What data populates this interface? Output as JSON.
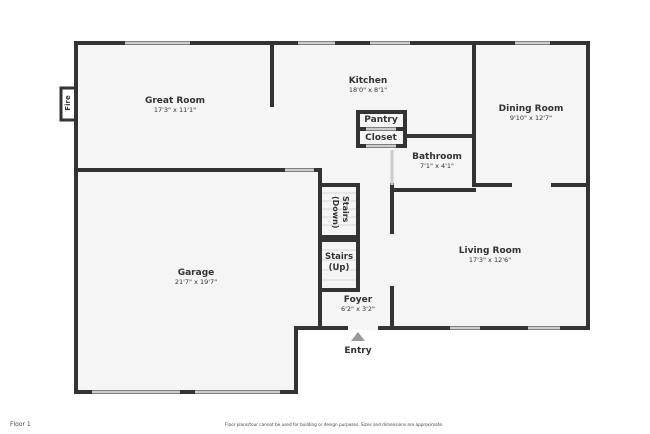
{
  "floor_label": "Floor 1",
  "disclaimer": "Floor plans/tour cannot be used for building or design purposes. Sizes and dimensions are approximate.",
  "rooms": {
    "great_room": {
      "name": "Great Room",
      "dim": "17'3\" x 11'1\""
    },
    "kitchen": {
      "name": "Kitchen",
      "dim": "18'0\" x 8'1\""
    },
    "dining_room": {
      "name": "Dining Room",
      "dim": "9'10\" x 12'7\""
    },
    "pantry": {
      "name": "Pantry"
    },
    "closet": {
      "name": "Closet"
    },
    "bathroom": {
      "name": "Bathroom",
      "dim": "7'1\" x 4'1\""
    },
    "stairs_down": {
      "name": "Stairs (Down)"
    },
    "stairs_up": {
      "name": "Stairs (Up)"
    },
    "garage": {
      "name": "Garage",
      "dim": "21'7\" x 19'7\""
    },
    "living_room": {
      "name": "Living Room",
      "dim": "17'3\" x 12'6\""
    },
    "foyer": {
      "name": "Foyer",
      "dim": "6'2\" x 3'2\""
    },
    "fireplace": {
      "name": "Fire"
    }
  },
  "entry_label": "Entry",
  "colors": {
    "wall": "#333333",
    "floor": "#f5f5f5",
    "window": "#cccccc"
  }
}
